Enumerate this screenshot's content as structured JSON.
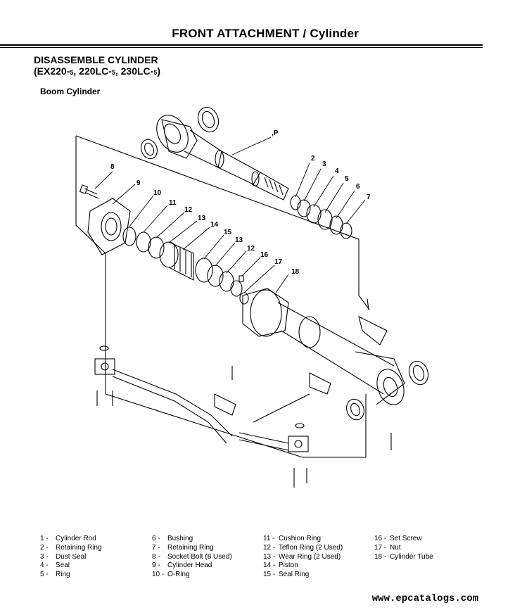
{
  "header": {
    "title": "FRONT ATTACHMENT / Cylinder"
  },
  "section": {
    "heading": "DISASSEMBLE CYLINDER",
    "models": {
      "open": "(EX220-",
      "m1": "5",
      "sep1": ", 220LC-",
      "m2": "5",
      "sep2": ", 230LC-",
      "m3": "5",
      "close": ")"
    },
    "subheading": "Boom Cylinder"
  },
  "callouts": [
    "2",
    "3",
    "4",
    "5",
    "6",
    "7",
    "8",
    "9",
    "10",
    "11",
    "12",
    "13",
    "14",
    "15",
    "13",
    "12",
    "16",
    "17",
    "18",
    ",P"
  ],
  "legend": {
    "col1": [
      {
        "num": "1 -",
        "label": "Cylinder Rod"
      },
      {
        "num": "2 -",
        "label": "Retaining Ring"
      },
      {
        "num": "3 -",
        "label": "Dust Seal"
      },
      {
        "num": "4 -",
        "label": "Seal"
      },
      {
        "num": "5 -",
        "label": "Ring"
      }
    ],
    "col2": [
      {
        "num": "6 -",
        "label": "Bushing"
      },
      {
        "num": "7 -",
        "label": "Retaining Ring"
      },
      {
        "num": "8 -",
        "label": "Socket Bolt (8 Used)"
      },
      {
        "num": "9 -",
        "label": "Cylinder Head"
      },
      {
        "num": "10 -",
        "label": "O-Ring"
      }
    ],
    "col3": [
      {
        "num": "11 -",
        "label": "Cushion Ring"
      },
      {
        "num": "12 -",
        "label": "Teflon Ring (2 Used)"
      },
      {
        "num": "13 -",
        "label": "Wear Ring (2 Used)"
      },
      {
        "num": "14 -",
        "label": "Piston"
      },
      {
        "num": "15 -",
        "label": "Seal Ring"
      }
    ],
    "col4": [
      {
        "num": "16 -",
        "label": "Set Screw"
      },
      {
        "num": "17 -",
        "label": "Nut"
      },
      {
        "num": "18 -",
        "label": "Cylinder Tube"
      }
    ]
  },
  "footer": {
    "watermark": "www.epcatalogs.com"
  }
}
